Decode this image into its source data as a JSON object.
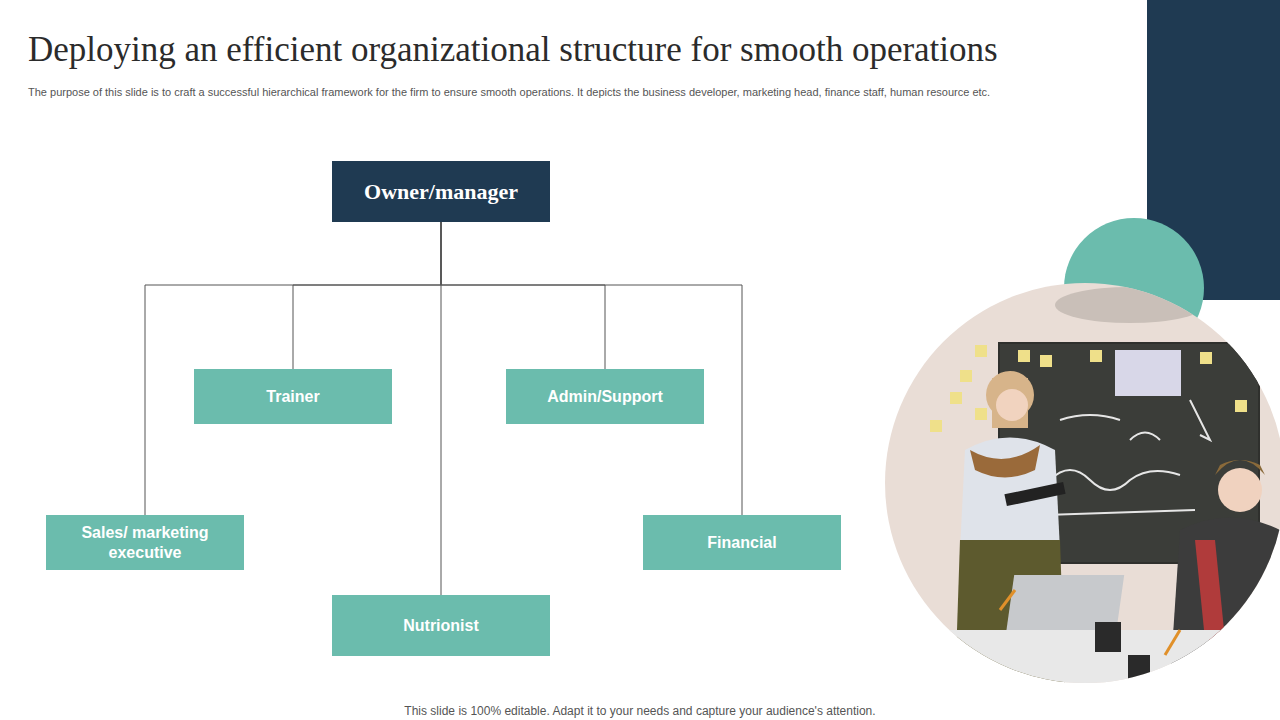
{
  "diagram": {
    "title": "Deploying an efficient organizational structure for smooth operations",
    "caption": "This slide is 100% editable. Adapt it to your needs and capture your audience's attention.",
    "nodes": [
      {
        "text": [
          "Owner/manager"
        ]
      },
      {
        "text": [
          "Trainer"
        ]
      },
      {
        "text": [
          "Admin/Support"
        ]
      },
      {
        "text": [
          "Sales/ marketing executive"
        ]
      },
      {
        "text": [
          "Financial"
        ]
      },
      {
        "text": [
          "Nutrionist"
        ]
      }
    ],
    "edges": [
      {
        "from": 0,
        "to": 1,
        "arrow": "none"
      },
      {
        "from": 0,
        "to": 2,
        "arrow": "none"
      },
      {
        "from": 0,
        "to": 3,
        "arrow": "none"
      },
      {
        "from": 0,
        "to": 4,
        "arrow": "none"
      },
      {
        "from": 0,
        "to": 5,
        "arrow": "none"
      }
    ],
    "labels": [
      "The purpose of this slide is to craft a successful hierarchical framework for the firm to ensure smooth operations. It depicts the business developer, marketing head, finance staff, human resource etc."
    ]
  }
}
